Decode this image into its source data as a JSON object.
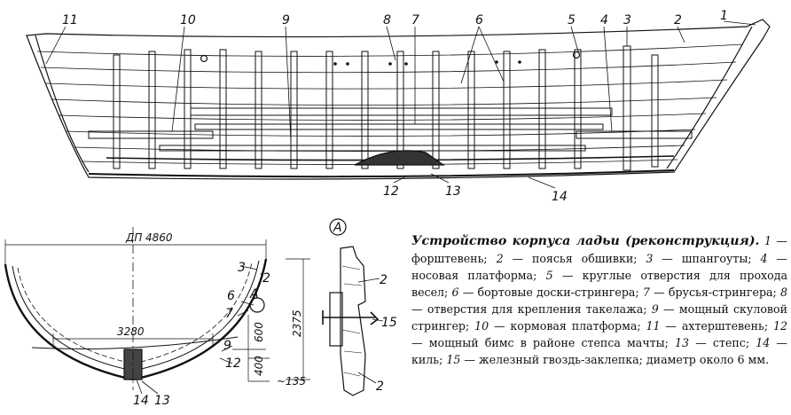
{
  "callouts": {
    "side": [
      "11",
      "10",
      "9",
      "8",
      "7",
      "6",
      "5",
      "4",
      "3",
      "2",
      "1"
    ],
    "bottom": [
      "12",
      "13",
      "14"
    ],
    "section": [
      "3",
      "2",
      "А",
      "6",
      "7",
      "9",
      "12",
      "14",
      "13"
    ],
    "detail": [
      "2",
      "15",
      "2"
    ]
  },
  "dimensions": {
    "dp": "ДП",
    "beam": "4860",
    "inner": "3280",
    "height": "2375",
    "h600": "600",
    "h400": "400",
    "h135": "~135"
  },
  "detail_label": "А",
  "caption": {
    "title": "Устройство корпуса ладьи (реконструкция).",
    "items": [
      {
        "n": "1",
        "t": "форштевень;"
      },
      {
        "n": "2",
        "t": "поясья обшивки;"
      },
      {
        "n": "3",
        "t": "шпангоуты;"
      },
      {
        "n": "4",
        "t": "носовая платформа;"
      },
      {
        "n": "5",
        "t": "круглые отверстия для прохода весел;"
      },
      {
        "n": "6",
        "t": "бортовые доски-стрингера;"
      },
      {
        "n": "7",
        "t": "брусья-стрингера;"
      },
      {
        "n": "8",
        "t": "отверстия для крепления такелажа;"
      },
      {
        "n": "9",
        "t": "мощный скуловой стрингер;"
      },
      {
        "n": "10",
        "t": "кормовая платформа;"
      },
      {
        "n": "11",
        "t": "ахтерштевень;"
      },
      {
        "n": "12",
        "t": "мощный бимс в районе степса мачты;"
      },
      {
        "n": "13",
        "t": "степс;"
      },
      {
        "n": "14",
        "t": "киль;"
      },
      {
        "n": "15",
        "t": "железный гвоздь-заклепка; диаметр около 6 мм."
      }
    ]
  }
}
